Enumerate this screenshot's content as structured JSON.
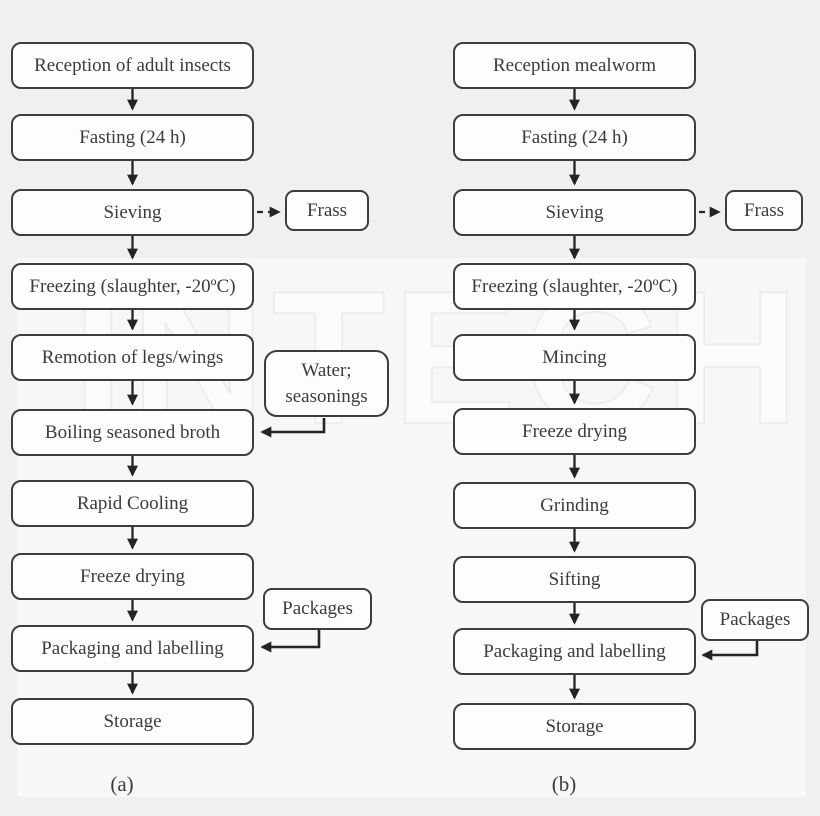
{
  "watermark": "INTECH",
  "colors": {
    "background": "#f0f0ee",
    "panel": "#f7f7f5",
    "box_fill": "#fdfdfc",
    "box_border": "#3d3d3d",
    "text": "#3b3b3b",
    "arrow": "#242424"
  },
  "flow_a": {
    "caption": "(a)",
    "steps": [
      "Reception of adult insects",
      "Fasting (24 h)",
      "Sieving",
      "Freezing (slaughter, -20ºC)",
      "Remotion of legs/wings",
      "Boiling seasoned broth",
      "Rapid Cooling",
      "Freeze drying",
      "Packaging and labelling",
      "Storage"
    ],
    "frass_label": "Frass",
    "water_label": "Water; seasonings",
    "packages_label": "Packages"
  },
  "flow_b": {
    "caption": "(b)",
    "steps": [
      "Reception mealworm",
      "Fasting (24 h)",
      "Sieving",
      "Freezing (slaughter, -20ºC)",
      "Mincing",
      "Freeze drying",
      "Grinding",
      "Sifting",
      "Packaging and labelling",
      "Storage"
    ],
    "frass_label": "Frass",
    "packages_label": "Packages"
  }
}
